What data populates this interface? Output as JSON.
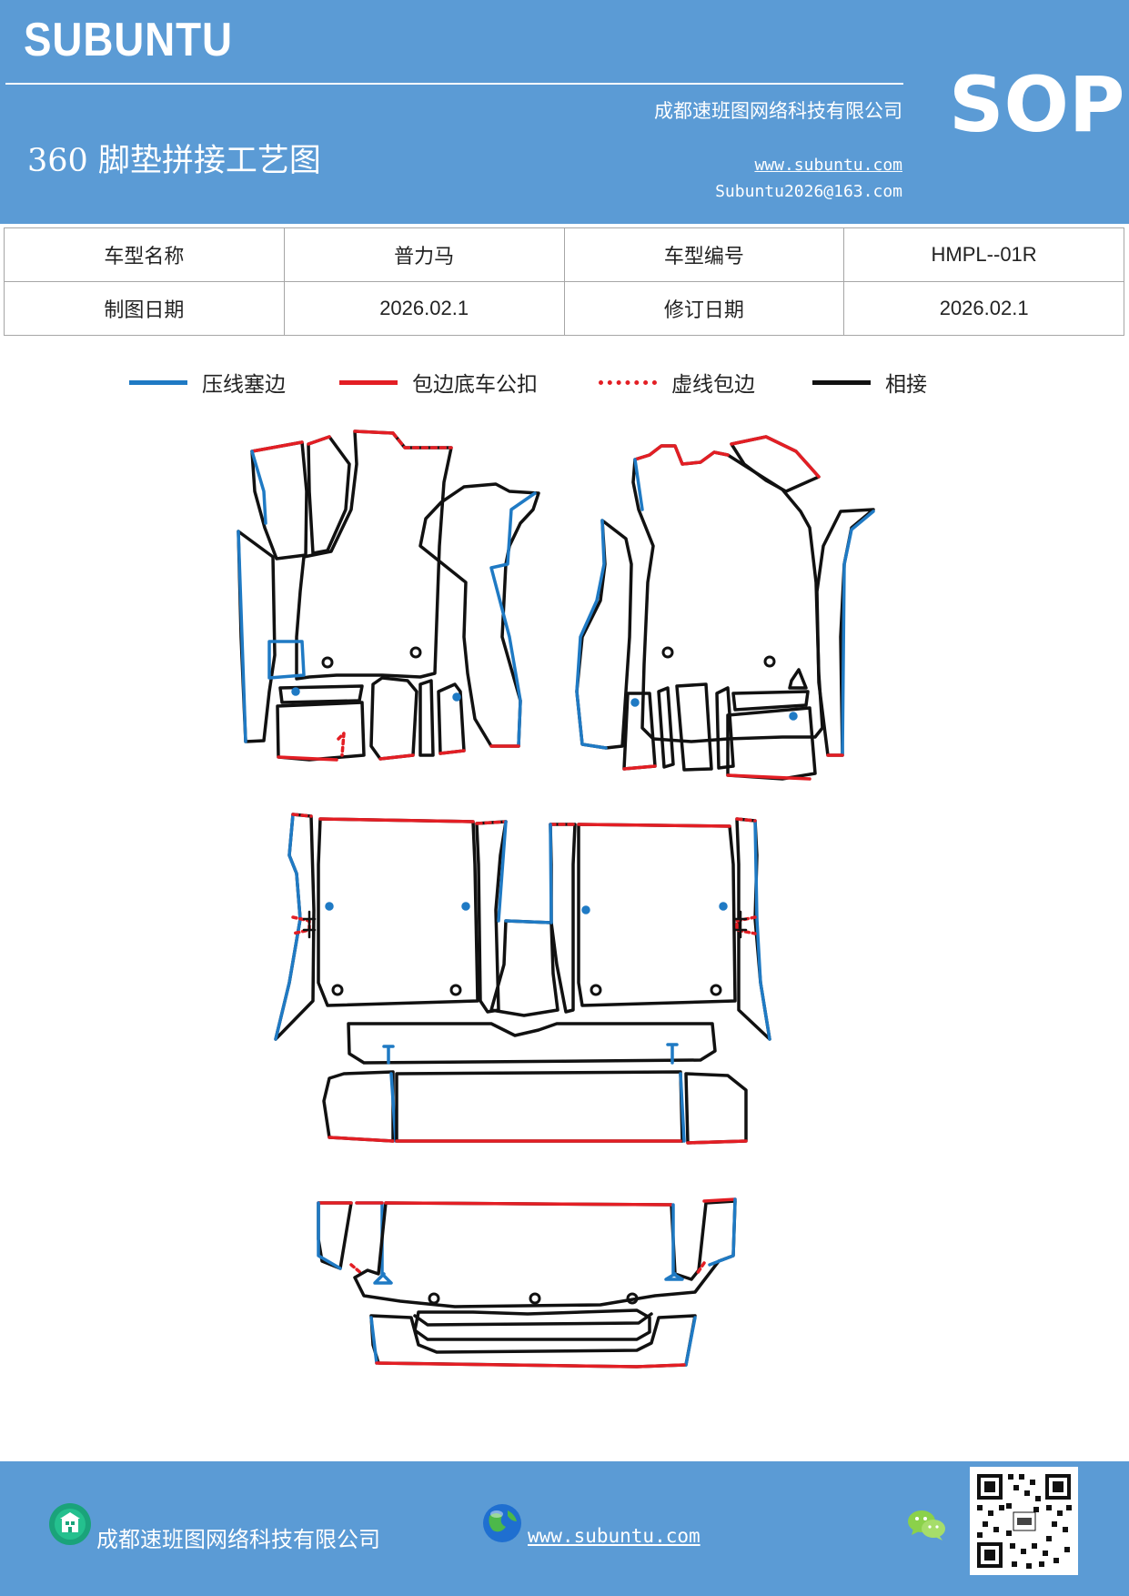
{
  "header": {
    "logo": "SUBUNTU",
    "company": "成都速班图网络科技有限公司",
    "title": "360 脚垫拼接工艺图",
    "website": "www.subuntu.com",
    "email": "Subuntu2026@163.com",
    "badge": "SOP"
  },
  "info_table": {
    "rows": [
      {
        "label1": "车型名称",
        "value1": "普力马",
        "label2": "车型编号",
        "value2": "HMPL--01R"
      },
      {
        "label1": "制图日期",
        "value1": "2026.02.1",
        "label2": "修订日期",
        "value2": "2026.02.1"
      }
    ]
  },
  "legend": [
    {
      "label": "压线塞边",
      "color": "#1f7ac4",
      "style": "solid"
    },
    {
      "label": "包边底车公扣",
      "color": "#e31e24",
      "style": "solid"
    },
    {
      "label": "虚线包边",
      "color": "#e31e24",
      "style": "dotted"
    },
    {
      "label": "相接",
      "color": "#111111",
      "style": "solid"
    }
  ],
  "footer": {
    "company": "成都速班图网络科技有限公司",
    "website": "www.subuntu.com",
    "icons": [
      "building-icon",
      "globe-icon",
      "wechat-icon",
      "qr-code"
    ]
  },
  "colors": {
    "brand": "#5b9bd5",
    "blue_line": "#1f7ac4",
    "red_line": "#e31e24",
    "black_line": "#111111"
  }
}
